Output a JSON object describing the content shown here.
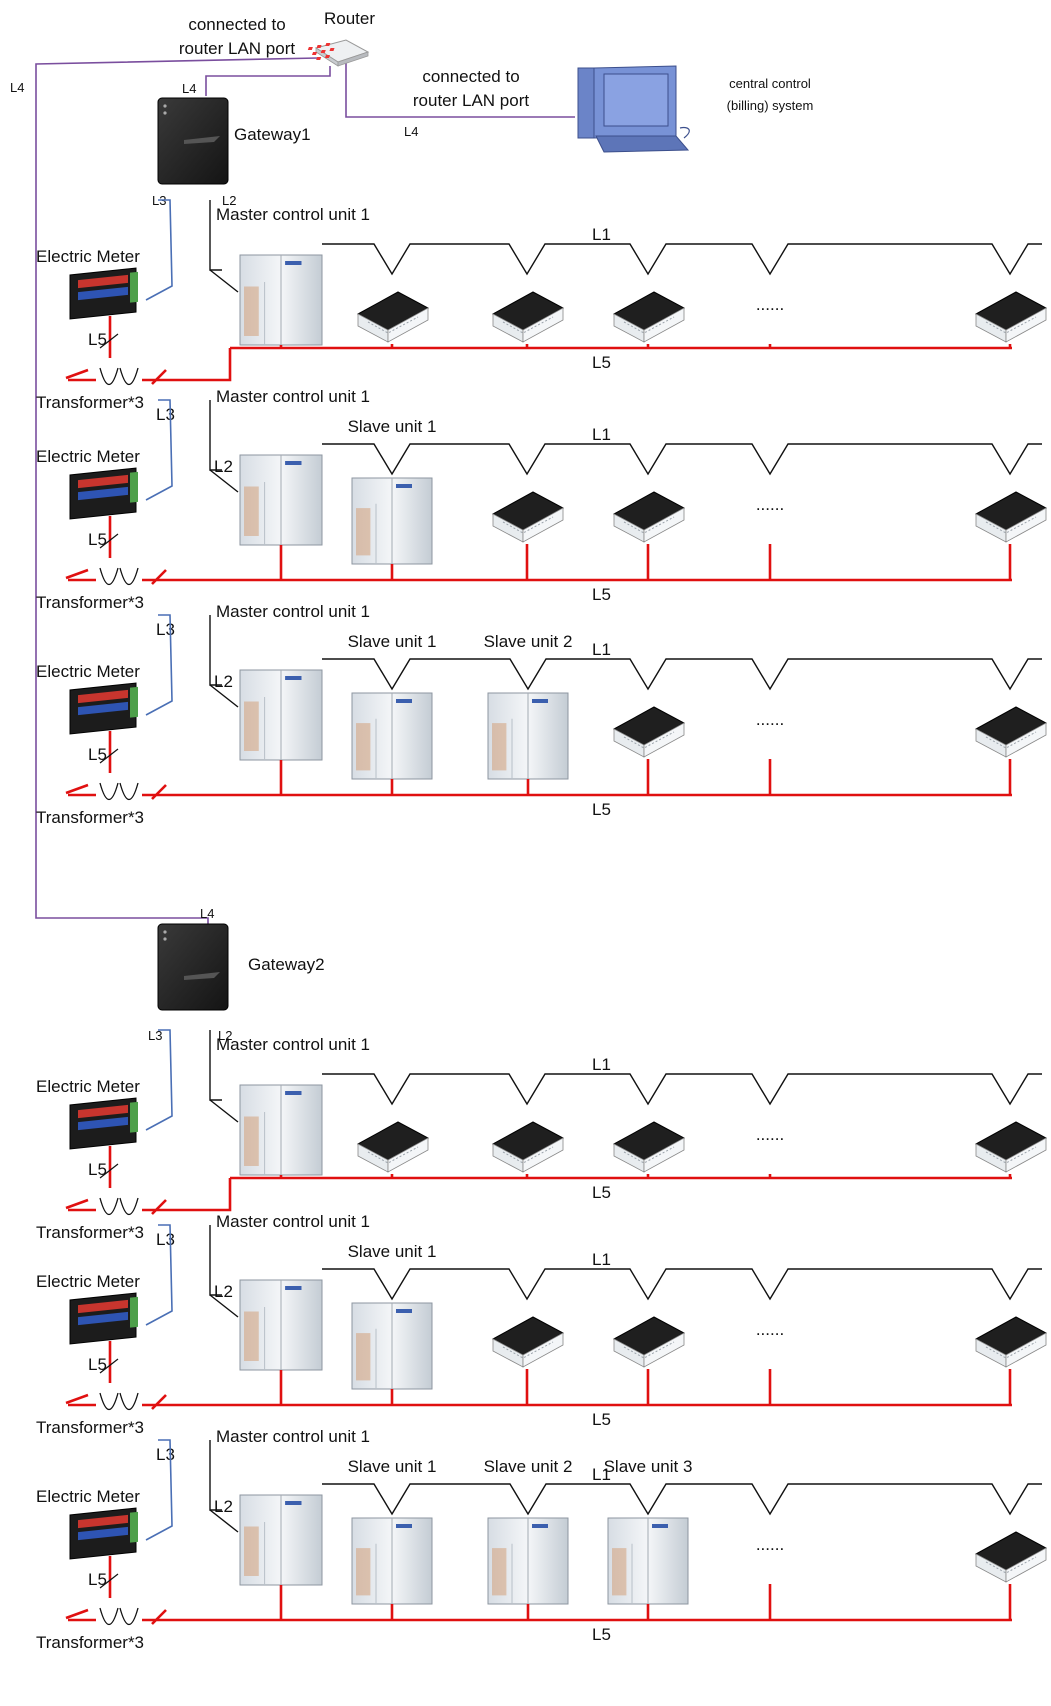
{
  "top": {
    "router_label": "Router",
    "router_note": "connected to\nrouter LAN port",
    "pc_note": "connected to\nrouter LAN port",
    "pc_label": "central control\n(billing) system",
    "gateway1_label": "Gateway1",
    "gateway2_label": "Gateway2",
    "l4_left": "L4",
    "l4_gw1": "L4",
    "l4_pc": "L4",
    "l4_gw2": "L4",
    "gw1_l3": "L3",
    "gw1_l2": "L2",
    "gw2_l3": "L3",
    "gw2_l2": "L2"
  },
  "labels": {
    "meter": "Electric Meter",
    "transformer": "Transformer*3",
    "master": "Master control unit 1",
    "l1": "L1",
    "l2": "L2",
    "l3": "L3",
    "l5": "L5",
    "dots": "......"
  },
  "systems": [
    {
      "group": 1,
      "slaves": [],
      "show_l2": false,
      "show_l3": false
    },
    {
      "group": 1,
      "slaves": [
        "Slave unit 1"
      ],
      "show_l2": true,
      "show_l3": true
    },
    {
      "group": 1,
      "slaves": [
        "Slave unit 1",
        "Slave unit 2"
      ],
      "show_l2": true,
      "show_l3": true
    },
    {
      "group": 2,
      "slaves": [],
      "show_l2": false,
      "show_l3": false
    },
    {
      "group": 2,
      "slaves": [
        "Slave unit 1"
      ],
      "show_l2": true,
      "show_l3": true
    },
    {
      "group": 2,
      "slaves": [
        "Slave unit 1",
        "Slave unit 2",
        "Slave unit 3"
      ],
      "show_l2": true,
      "show_l3": true
    }
  ]
}
